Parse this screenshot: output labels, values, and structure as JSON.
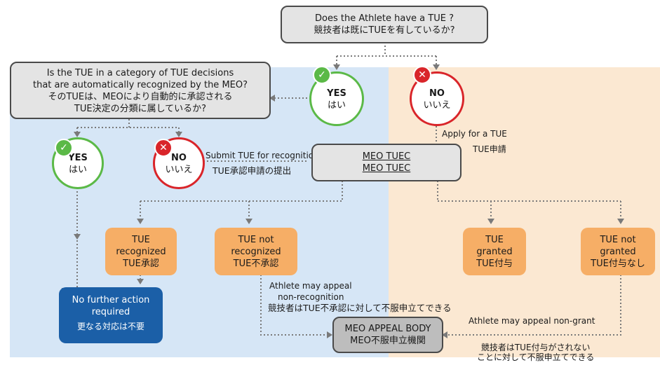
{
  "q1": {
    "en": "Does the Athlete have a TUE ?",
    "jp": "競技者は既にTUEを有しているか?"
  },
  "q2": {
    "en1": "Is the TUE in a category of TUE decisions",
    "en2": "that are automatically recognized by the MEO?",
    "jp1": "そのTUEは、MEOにより自動的に承認される",
    "jp2": "TUE決定の分類に属しているか?"
  },
  "yes_top": {
    "en": "YES",
    "jp": "はい"
  },
  "no_top": {
    "en": "NO",
    "jp": "いいえ"
  },
  "yes_left": {
    "en": "YES",
    "jp": "はい"
  },
  "no_left": {
    "en": "NO",
    "jp": "いいえ"
  },
  "apply": {
    "en": "Apply for a TUE",
    "jp": "TUE申請"
  },
  "submit": {
    "en": "Submit TUE for recognition",
    "jp": "TUE承認申請の提出"
  },
  "meo_tuec": {
    "line1": "MEO TUEC",
    "line2": "MEO TUEC"
  },
  "tue_recognized": {
    "l1": "TUE",
    "l2": "recognized",
    "jp": "TUE承認"
  },
  "tue_not_recognized": {
    "l1": "TUE not",
    "l2": "recognized",
    "jp": "TUE不承認"
  },
  "tue_granted": {
    "l1": "TUE",
    "l2": "granted",
    "jp": "TUE付与"
  },
  "tue_not_granted": {
    "l1": "TUE not",
    "l2": "granted",
    "jp": "TUE付与なし"
  },
  "no_further": {
    "l1": "No further action",
    "l2": "required",
    "jp": "更なる対応は不要"
  },
  "appeal_nonrec": {
    "en1": "Athlete may appeal",
    "en2": "non-recognition",
    "jp": "競技者はTUE不承認に対して不服申立てできる"
  },
  "appeal_nongrant": {
    "en": "Athlete may appeal non-grant",
    "jp1": "競技者はTUE付与がされない",
    "jp2": "ことに対して不服申立てできる"
  },
  "appeal_body": {
    "en": "MEO APPEAL BODY",
    "jp": "MEO不服申立機関"
  },
  "colors": {
    "blue_region": "#d6e6f6",
    "orange_region": "#fbe8d2",
    "outcome": "#f6ae66",
    "final": "#1b5fa7",
    "yes": "#5bb947",
    "no": "#d9252a"
  },
  "icons": [
    "check-icon",
    "cross-icon"
  ]
}
